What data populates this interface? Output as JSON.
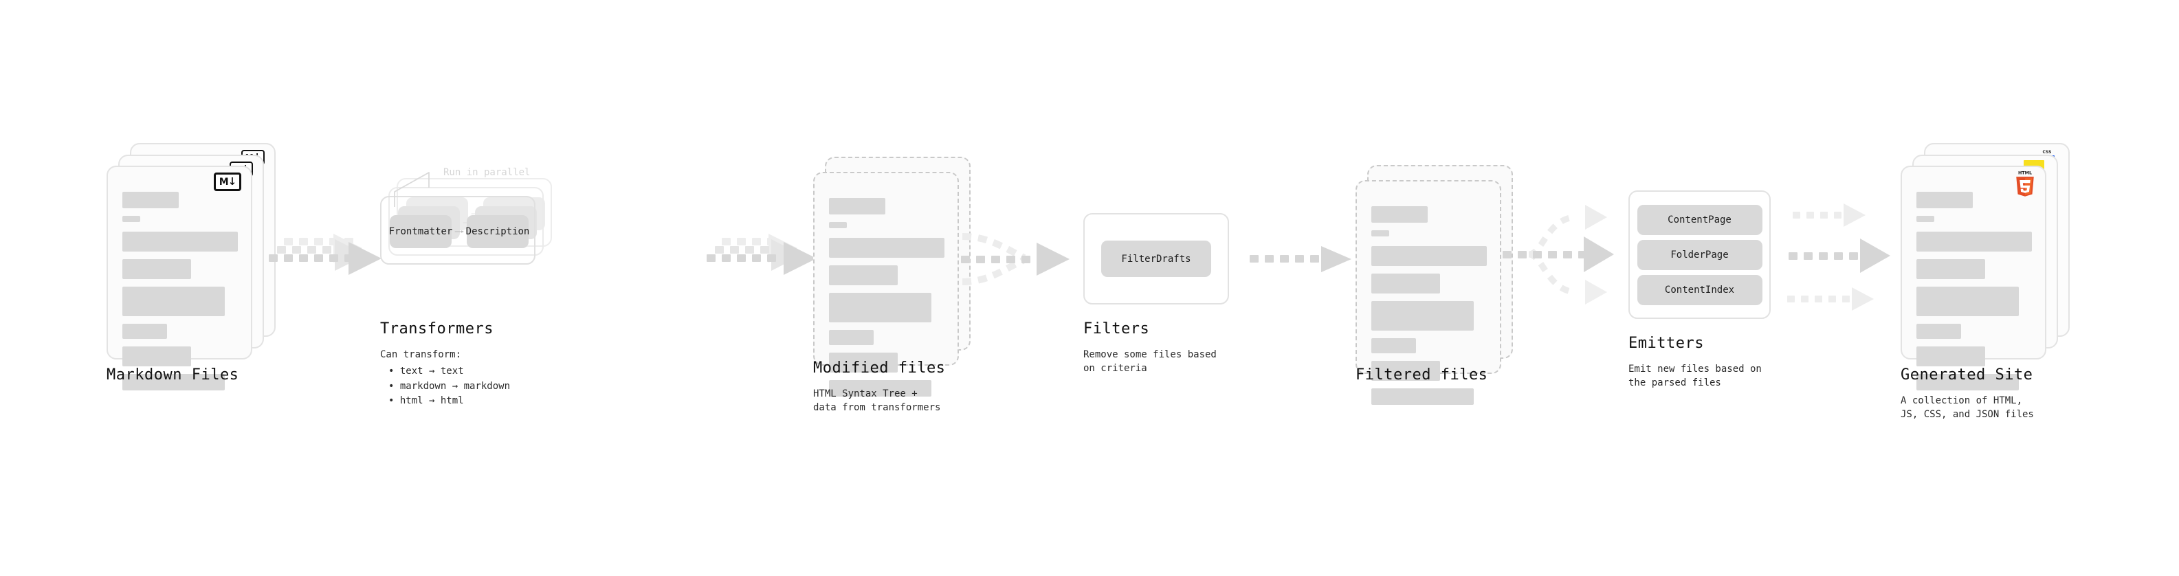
{
  "theme": {
    "background": "#ffffff",
    "card_fill": "#fcfcfc",
    "card_border": "#e3e3e3",
    "dashed_border": "#c9c9c9",
    "bar_fill": "#d8d8d8",
    "pill_fill": "#d9d9d9",
    "arrow_fill": "#d6d6d6",
    "text": "#111111",
    "muted_text": "#d6d6d6",
    "html5_orange": "#e44d26",
    "js_yellow": "#f7df1e",
    "css_blue": "#2965f1"
  },
  "diagram": {
    "type": "pipeline",
    "direction": "left-to-right",
    "stages": [
      {
        "id": "markdown-files",
        "kind": "file-stack",
        "title": "Markdown Files",
        "subtitle": "",
        "badge": "markdown-icon",
        "badge_text": "M",
        "badge_arrow": "↓",
        "stack_count": 3,
        "dashed": false
      },
      {
        "id": "transformers",
        "kind": "stacked-group",
        "title": "Transformers",
        "subtitle": "Can transform:",
        "annotation": "Run in parallel",
        "bullets": [
          "• text → text",
          "• markdown → markdown",
          "• html → html"
        ],
        "stack_count": 3,
        "pills": [
          "Frontmatter",
          "Description"
        ]
      },
      {
        "id": "modified-files",
        "kind": "file-stack",
        "title": "Modified files",
        "subtitle": "HTML Syntax Tree +\ndata from transformers",
        "stack_count": 2,
        "dashed": true
      },
      {
        "id": "filters",
        "kind": "group",
        "title": "Filters",
        "subtitle": "Remove some files based\non criteria",
        "pills": [
          "FilterDrafts"
        ]
      },
      {
        "id": "filtered-files",
        "kind": "file-stack",
        "title": "Filtered files",
        "subtitle": "",
        "stack_count": 2,
        "dashed": true
      },
      {
        "id": "emitters",
        "kind": "group",
        "title": "Emitters",
        "subtitle": "Emit new files based on\nthe parsed files",
        "pills": [
          "ContentPage",
          "FolderPage",
          "ContentIndex"
        ]
      },
      {
        "id": "generated-site",
        "kind": "file-stack",
        "title": "Generated Site",
        "subtitle": "A collection of HTML,\nJS, CSS, and JSON files",
        "badge": "html5-icon",
        "badge_text": "HTML",
        "badge_number": "5",
        "stack_badges": [
          "css-icon",
          "js-icon",
          "html5-icon"
        ],
        "stack_count": 3,
        "dashed": false
      }
    ],
    "connectors": [
      {
        "id": "conn-md-to-transformers",
        "style": "dashed-layered-arrow",
        "from": "markdown-files",
        "to": "transformers"
      },
      {
        "id": "conn-transformers-to-modified",
        "style": "dashed-layered-arrow",
        "from": "transformers",
        "to": "modified-files"
      },
      {
        "id": "conn-modified-to-filters",
        "style": "dashed-merge-arrow",
        "from": "modified-files",
        "to": "filters"
      },
      {
        "id": "conn-filters-to-filtered",
        "style": "dashed-arrow",
        "from": "filters",
        "to": "filtered-files"
      },
      {
        "id": "conn-filtered-to-emitters",
        "style": "dashed-fan-arrow",
        "from": "filtered-files",
        "to": "emitters"
      },
      {
        "id": "conn-emitters-to-site",
        "style": "dashed-triple-arrow",
        "from": "emitters",
        "to": "generated-site"
      }
    ]
  },
  "file_bars": [
    {
      "w": 82,
      "h": 24
    },
    {
      "w": 26,
      "h": 9
    },
    {
      "w": 168,
      "h": 29
    },
    {
      "w": 100,
      "h": 29
    },
    {
      "w": 149,
      "h": 43
    },
    {
      "w": 65,
      "h": 22
    },
    {
      "w": 100,
      "h": 29
    },
    {
      "w": 149,
      "h": 24
    }
  ]
}
